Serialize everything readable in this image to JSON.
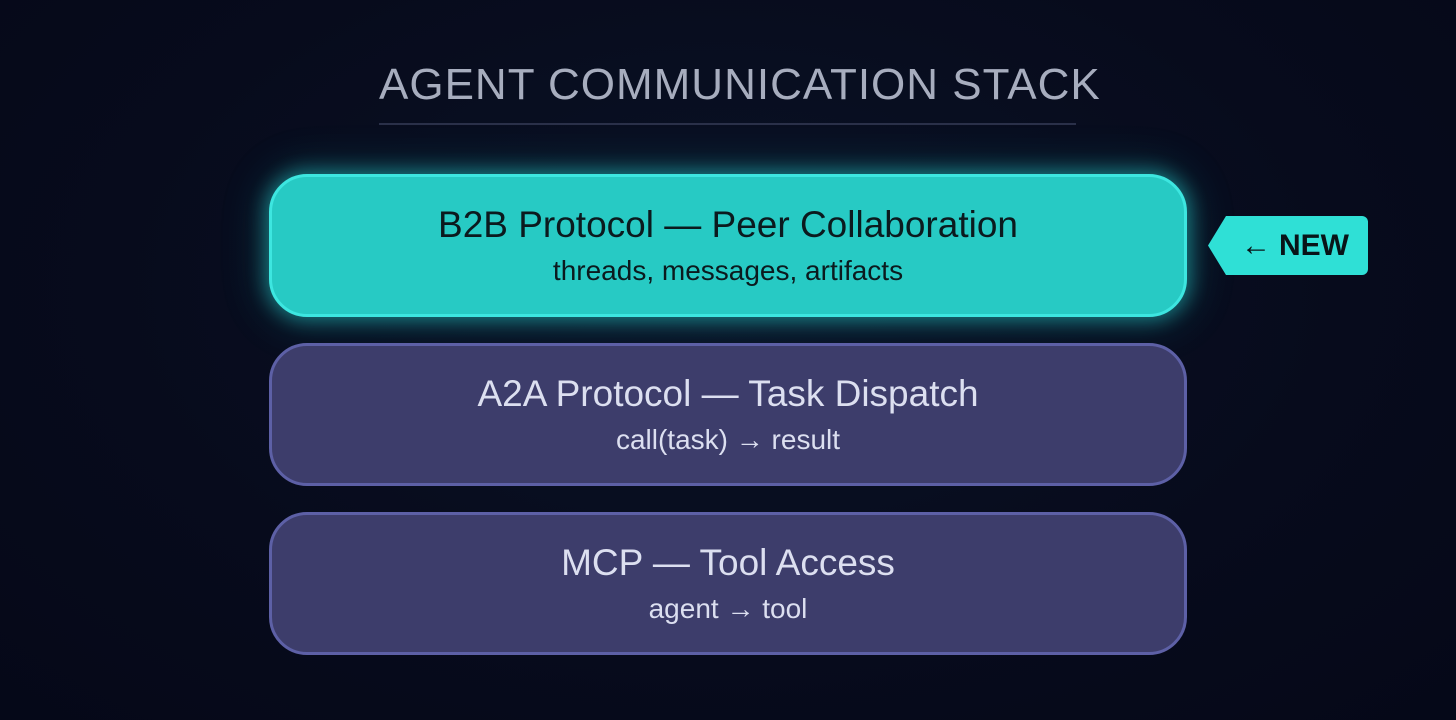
{
  "header": {
    "title": "AGENT COMMUNICATION STACK"
  },
  "layers": [
    {
      "id": "b2b",
      "title": "B2B Protocol — Peer Collaboration",
      "subtitle": "threads, messages, artifacts",
      "highlighted": true,
      "fill": "#27cac4",
      "border": "#3de6e0"
    },
    {
      "id": "a2a",
      "title": "A2A Protocol — Task Dispatch",
      "subtitle": "call(task) → result",
      "highlighted": false,
      "fill": "#3d3d6b",
      "border": "#5d60a6"
    },
    {
      "id": "mcp",
      "title": "MCP — Tool Access",
      "subtitle": "agent → tool",
      "highlighted": false,
      "fill": "#3d3d6b",
      "border": "#5d60a6"
    }
  ],
  "badge": {
    "arrow": "←",
    "label": "NEW",
    "color": "#2fe0d6"
  },
  "colors": {
    "background": "#070b1c",
    "title_text": "#a7adbe",
    "accent": "#27cac4"
  }
}
